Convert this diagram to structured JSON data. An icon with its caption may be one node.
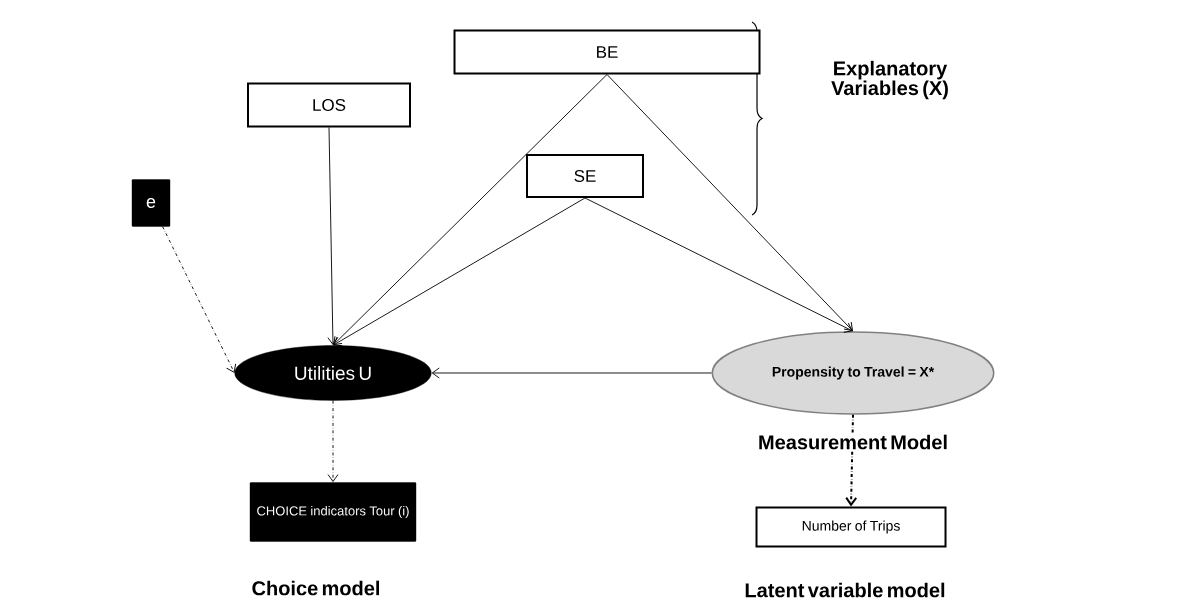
{
  "diagram": {
    "nodes": [
      {
        "text": [
          "BE"
        ]
      },
      {
        "text": [
          "LOS"
        ]
      },
      {
        "text": [
          "SE"
        ]
      },
      {
        "text": [
          "e"
        ]
      },
      {
        "text": [
          "Utilities U"
        ]
      },
      {
        "text": [
          "Propensity to Travel = X*"
        ]
      },
      {
        "text": [
          "CHOICE indicators Tour (i)"
        ]
      },
      {
        "text": [
          "Number of Trips"
        ]
      }
    ],
    "edges": [
      {
        "from": 1,
        "to": 4,
        "arrow": "to"
      },
      {
        "from": 0,
        "to": 4,
        "arrow": "to"
      },
      {
        "from": 2,
        "to": 4,
        "arrow": "to"
      },
      {
        "from": 0,
        "to": 5,
        "arrow": "to"
      },
      {
        "from": 2,
        "to": 5,
        "arrow": "to"
      },
      {
        "from": 3,
        "to": 4,
        "arrow": "to",
        "style": "dashed"
      },
      {
        "from": 5,
        "to": 4,
        "arrow": "to"
      },
      {
        "from": 4,
        "to": 6,
        "arrow": "to",
        "style": "dashed"
      },
      {
        "from": 5,
        "to": 7,
        "arrow": "to",
        "style": "dashed"
      }
    ],
    "labels": [
      "Explanatory Variables (X)",
      "Measurement Model",
      "Choice model",
      "Latent variable model"
    ]
  }
}
